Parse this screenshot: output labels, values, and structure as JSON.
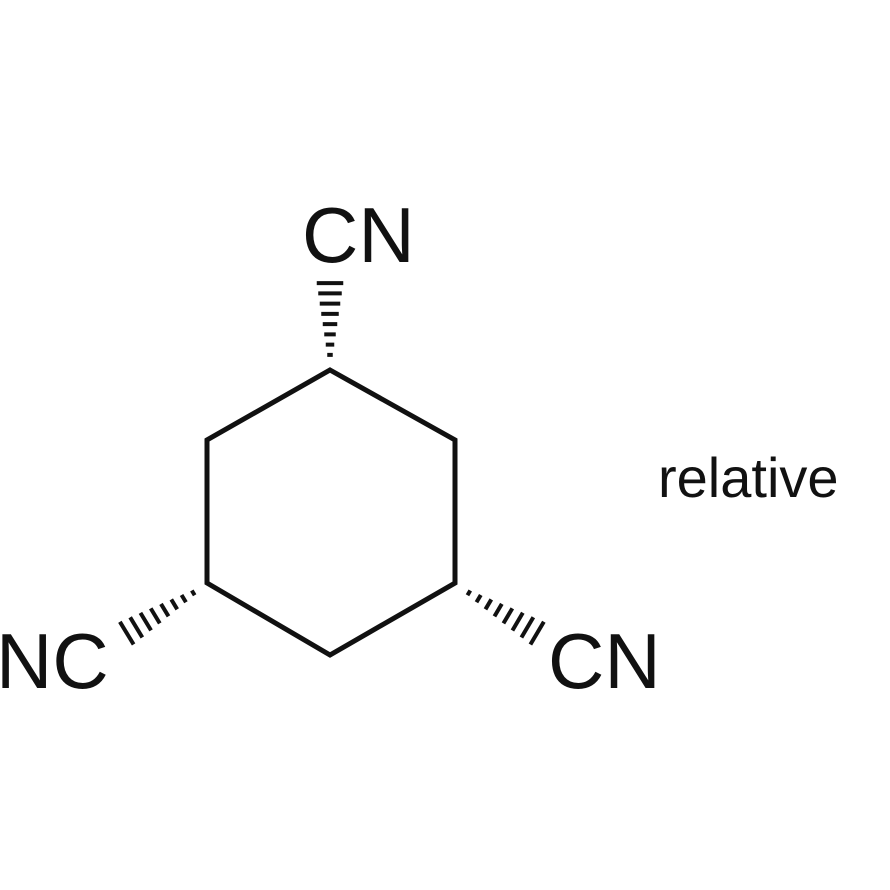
{
  "molecule": {
    "labels": {
      "top": "CN",
      "lower_right": "CN",
      "lower_left": "NC"
    },
    "stereo_note": "relative",
    "bond_style": "hashed-wedge",
    "line_color": "#111111"
  }
}
